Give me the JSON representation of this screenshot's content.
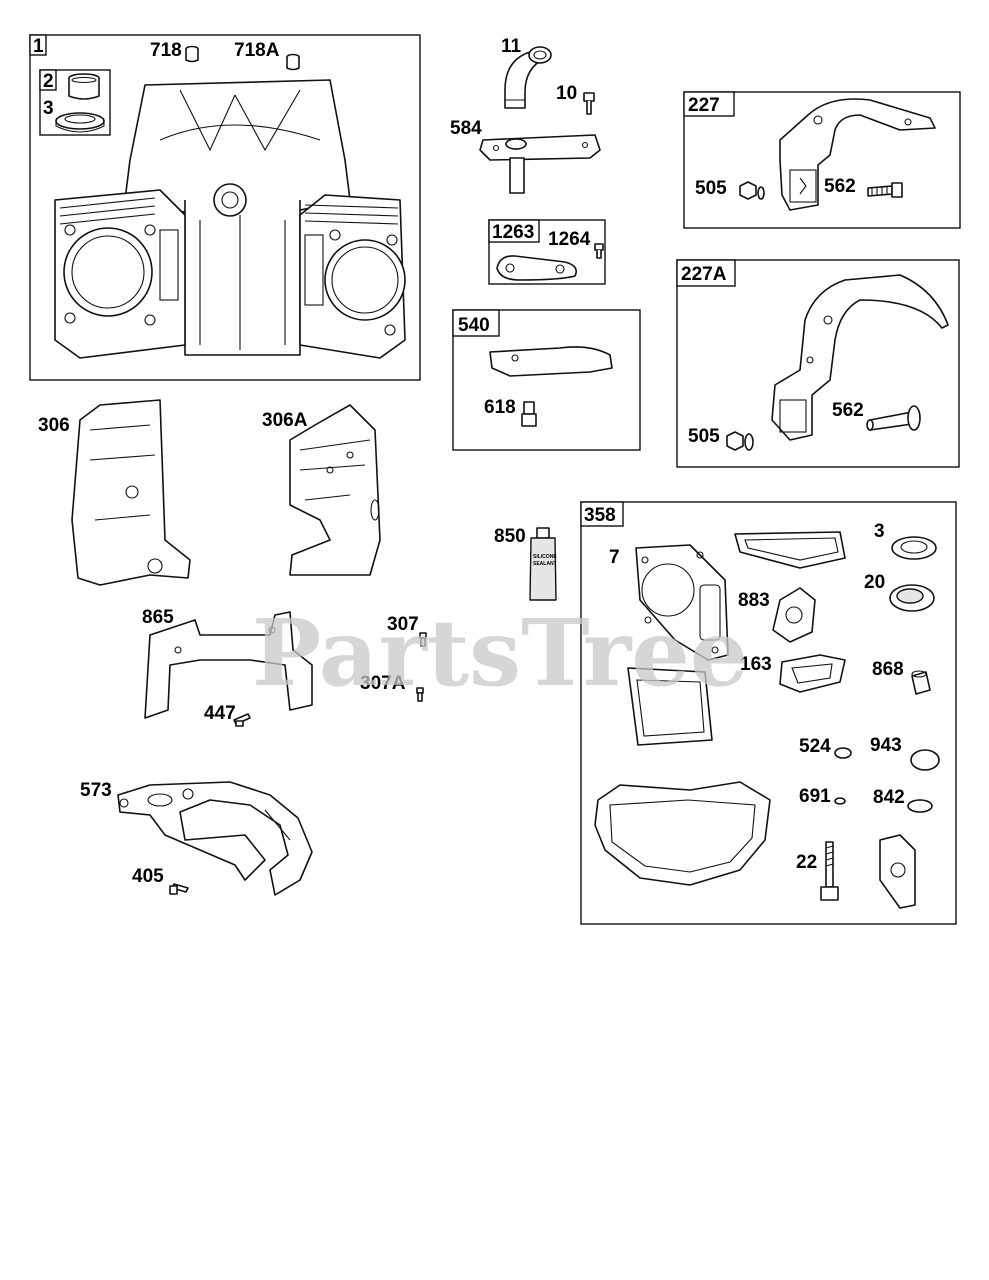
{
  "watermark": "PartsTree",
  "boxes": {
    "b1": "1",
    "b2": "2",
    "b227": "227",
    "b227a": "227A",
    "b1263": "1263",
    "b540": "540",
    "b358": "358"
  },
  "callouts": {
    "c3a": "3",
    "c718": "718",
    "c718a": "718A",
    "c11": "11",
    "c10": "10",
    "c584": "584",
    "c1264": "1264",
    "c505a": "505",
    "c562a": "562",
    "c505b": "505",
    "c562b": "562",
    "c618": "618",
    "c306": "306",
    "c306a": "306A",
    "c850": "850",
    "c865": "865",
    "c307": "307",
    "c307a": "307A",
    "c447": "447",
    "c573": "573",
    "c405": "405",
    "c7": "7",
    "c3b": "3",
    "c20": "20",
    "c883": "883",
    "c163": "163",
    "c868": "868",
    "c524": "524",
    "c943": "943",
    "c691": "691",
    "c842": "842",
    "c22": "22"
  },
  "tube_label": [
    "SILICONE",
    "SEALANT"
  ]
}
